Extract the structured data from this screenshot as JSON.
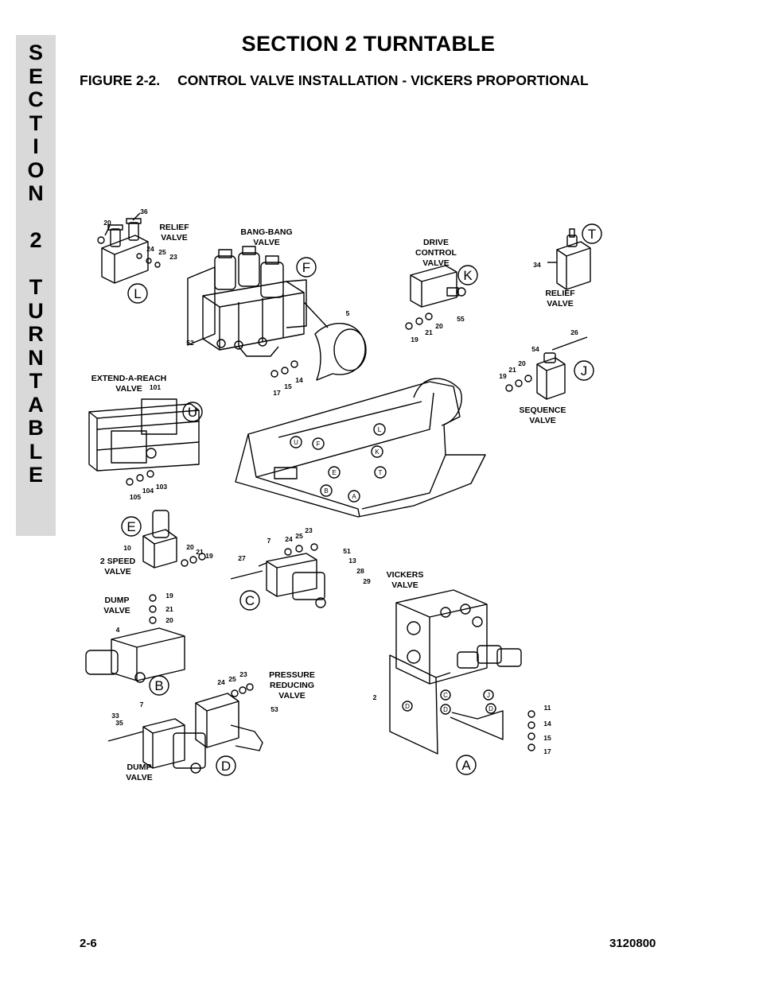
{
  "side_tab": {
    "letters": [
      "S",
      "E",
      "C",
      "T",
      "I",
      "O",
      "N",
      "",
      "2",
      "",
      "T",
      "U",
      "R",
      "N",
      "T",
      "A",
      "B",
      "L",
      "E"
    ]
  },
  "header": {
    "title": "SECTION 2  TURNTABLE",
    "figure_number": "FIGURE 2-2.",
    "figure_title": "CONTROL VALVE INSTALLATION - VICKERS PROPORTIONAL"
  },
  "footer": {
    "page_number": "2-6",
    "doc_number": "3120800"
  },
  "diagram": {
    "labels": {
      "relief_valve_l": [
        "RELIEF",
        "VALVE"
      ],
      "bang_bang_valve": [
        "BANG-BANG",
        "VALVE"
      ],
      "drive_control_valve": [
        "DRIVE",
        "CONTROL",
        "VALVE"
      ],
      "relief_valve_t": [
        "RELIEF",
        "VALVE"
      ],
      "extend_a_reach_valve": [
        "EXTEND-A-REACH",
        "VALVE"
      ],
      "sequence_valve": [
        "SEQUENCE",
        "VALVE"
      ],
      "two_speed_valve": [
        "2 SPEED",
        "VALVE"
      ],
      "dump_valve_b": [
        "DUMP",
        "VALVE"
      ],
      "vickers_valve": [
        "VICKERS",
        "VALVE"
      ],
      "pressure_reducing_valve": [
        "PRESSURE",
        "REDUCING",
        "VALVE"
      ],
      "dump_valve_d": [
        "DUMP",
        "VALVE"
      ]
    },
    "callouts": {
      "L": "L",
      "F": "F",
      "K": "K",
      "T": "T",
      "J": "J",
      "U": "U",
      "E": "E",
      "C": "C",
      "B": "B",
      "D": "D",
      "A": "A"
    },
    "part_numbers": {
      "relief_l": [
        "20",
        "36",
        "24",
        "25",
        "23"
      ],
      "bang_bang": [
        "5",
        "52",
        "15",
        "14",
        "17"
      ],
      "drive": [
        "55",
        "20",
        "21",
        "19"
      ],
      "relief_t": [
        "34"
      ],
      "sequence": [
        "26",
        "54",
        "20",
        "21",
        "19"
      ],
      "extend": [
        "101",
        "103",
        "104",
        "105"
      ],
      "two_speed": [
        "10",
        "20",
        "21",
        "19"
      ],
      "c_valve": [
        "27",
        "7",
        "24",
        "25",
        "23"
      ],
      "vickers": [
        "51",
        "13",
        "28",
        "29",
        "2"
      ],
      "dump_b": [
        "19",
        "21",
        "20",
        "4"
      ],
      "pressure": [
        "24",
        "25",
        "23",
        "53"
      ],
      "dump_d": [
        "33",
        "35",
        "7"
      ],
      "a_hardware": [
        "11",
        "14",
        "15",
        "17"
      ]
    }
  }
}
